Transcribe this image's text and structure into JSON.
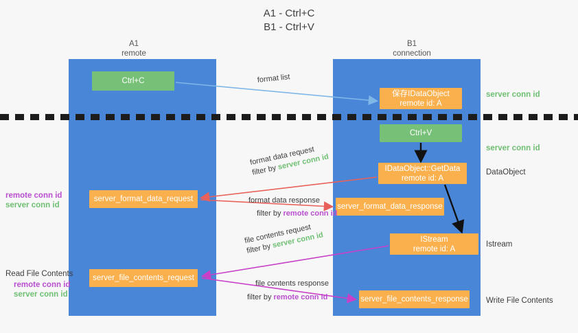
{
  "title": {
    "line1": "A1 - Ctrl+C",
    "line2": "B1 - Ctrl+V"
  },
  "lanes": [
    {
      "name": "A1",
      "sublabel": "remote"
    },
    {
      "name": "B1",
      "sublabel": "connection"
    }
  ],
  "nodes": {
    "ctrl_c": {
      "label": "Ctrl+C",
      "color": "#76c177"
    },
    "save_idataobject": {
      "line1": "保存IDataObject",
      "line2": "remote id: A",
      "color": "#fbb04e"
    },
    "ctrl_v": {
      "label": "Ctrl+V",
      "color": "#76c177"
    },
    "getdata": {
      "line1": "IDataObject::GetData",
      "line2": "remote id: A",
      "color": "#fbb04e"
    },
    "format_data_request": {
      "label": "server_format_data_request",
      "color": "#fbb04e"
    },
    "format_data_response": {
      "label": "server_format_data_response",
      "color": "#fbb04e"
    },
    "istream": {
      "line1": "IStream",
      "line2": "remote id: A",
      "color": "#fbb04e"
    },
    "file_contents_request": {
      "label": "server_file_contents_request",
      "color": "#fbb04e"
    },
    "file_contents_response": {
      "label": "server_file_contents_response",
      "color": "#fbb04e"
    }
  },
  "edges": {
    "format_list": {
      "label": "format list"
    },
    "format_data_request": {
      "label": "format data request",
      "filter_prefix": "filter by ",
      "filter_key": "server conn id"
    },
    "format_data_response": {
      "label": "format data response",
      "filter_prefix": "filter by ",
      "filter_key": "remote conn id"
    },
    "file_contents_request": {
      "label": "file contents request",
      "filter_prefix": "filter by ",
      "filter_key": "server conn id"
    },
    "file_contents_response": {
      "label": "file contents response",
      "filter_prefix": "filter by ",
      "filter_key": "remote conn id"
    }
  },
  "annotations": {
    "right": {
      "server_conn_id_top": "server conn id",
      "server_conn_id_mid": "server conn id",
      "dataobject": "DataObject",
      "istream": "Istream",
      "write_file_contents": "Write File Contents"
    },
    "left": {
      "remote_conn_id_1": "remote conn id",
      "server_conn_id_1": "server conn id",
      "read_file_contents": "Read File Contents",
      "remote_conn_id_2": "remote conn id",
      "server_conn_id_2": "server conn id"
    }
  },
  "colors": {
    "lane": "#4a86d8",
    "green_node": "#76c177",
    "orange_node": "#fbb04e",
    "green_text": "#6fbf73",
    "magenta_text": "#b94fd0",
    "red_arrow": "#e8615a",
    "magenta_arrow": "#c840c8",
    "blue_arrow": "#7fb6e8",
    "black_arrow": "#111111",
    "background": "#f7f7f7"
  }
}
